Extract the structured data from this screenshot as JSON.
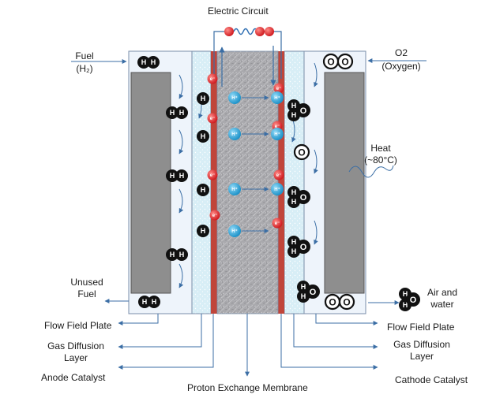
{
  "labels": {
    "electric_circuit": "Electric Circuit",
    "fuel": "Fuel",
    "fuel_h2": "(H₂)",
    "o2": "O2",
    "oxygen": "(Oxygen)",
    "heat": "Heat",
    "heat_temp": "(~80°C)",
    "unused_fuel_1": "Unused",
    "unused_fuel_2": "Fuel",
    "air_water_1": "Air and",
    "air_water_2": "water",
    "flow_field_plate_left": "Flow Field Plate",
    "gas_diffusion_left_1": "Gas Diffusion",
    "gas_diffusion_left_2": "Layer",
    "anode_catalyst": "Anode Catalyst",
    "pem": "Proton Exchange Membrane",
    "flow_field_plate_right": "Flow Field Plate",
    "gas_diffusion_right_1": "Gas Diffusion",
    "gas_diffusion_right_2": "Layer",
    "cathode_catalyst": "Cathode Catalyst"
  },
  "particles": {
    "electron": "e⁻",
    "proton": "H⁺",
    "hydrogen": "H",
    "oxygen": "O"
  },
  "colors": {
    "plate": "#eef4fb",
    "gas_diffusion": "#d8eef6",
    "catalyst": "#c0453a",
    "membrane": "#a9a9ad",
    "graphite": "#8e8e8e",
    "electron": "#e0262a",
    "proton": "#2aa6dc",
    "atom": "#111111",
    "arrow": "#3b6ea5",
    "coil": "#2f6fb3"
  }
}
